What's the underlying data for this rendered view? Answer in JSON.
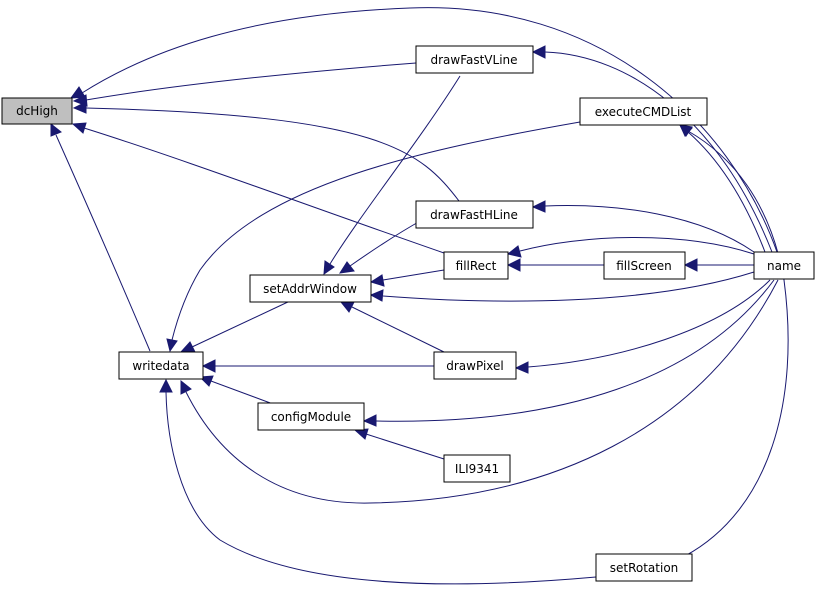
{
  "graph": {
    "nodes": {
      "dcHigh": "dcHigh",
      "drawFastVLine": "drawFastVLine",
      "executeCMDList": "executeCMDList",
      "drawFastHLine": "drawFastHLine",
      "fillRect": "fillRect",
      "fillScreen": "fillScreen",
      "name": "name",
      "setAddrWindow": "setAddrWindow",
      "writedata": "writedata",
      "drawPixel": "drawPixel",
      "configModule": "configModule",
      "ILI9341": "ILI9341",
      "setRotation": "setRotation"
    },
    "highlighted_node": "dcHigh",
    "colors": {
      "edge": "#191970",
      "highlight_fill": "#bfbfbf",
      "node_fill": "#ffffff",
      "node_border": "#000000"
    }
  }
}
